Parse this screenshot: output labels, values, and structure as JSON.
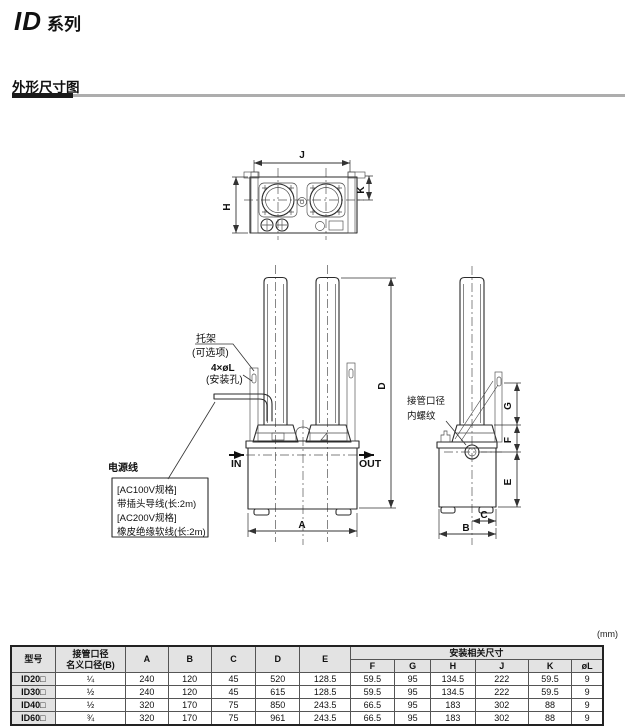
{
  "page": {
    "title_main": "ID",
    "title_suffix": "系列",
    "section_title": "外形尺寸图",
    "units_note": "(mm)"
  },
  "drawing": {
    "dims": {
      "J": "J",
      "K": "K",
      "H": "H",
      "A": "A",
      "D": "D",
      "B": "B",
      "C": "C",
      "E": "E",
      "F": "F",
      "G": "G"
    },
    "flow": {
      "in": "IN",
      "out": "OUT"
    },
    "callouts": {
      "bracket_title": "托架",
      "bracket_sub": "(可选项)",
      "holes_title": "4×øL",
      "holes_sub": "(安装孔)",
      "power_title": "电源线",
      "power_lines": [
        "[AC100V规格]",
        "带插头导线(长:2m)",
        "[AC200V规格]",
        "橡皮绝缘软线(长:2m)"
      ],
      "port_line1": "接管口径",
      "port_line2": "内螺纹"
    }
  },
  "table": {
    "col_model": "型号",
    "col_port_1": "接管口径",
    "col_port_2": "名义口径(B)",
    "cols": [
      "A",
      "B",
      "C",
      "D",
      "E"
    ],
    "mount_group": "安装相关尺寸",
    "mount_cols": [
      "F",
      "G",
      "H",
      "J",
      "K",
      "øL"
    ],
    "rows": [
      {
        "model": "ID20□",
        "port": "¼",
        "values": [
          "240",
          "120",
          "45",
          "520",
          "128.5",
          "59.5",
          "95",
          "134.5",
          "222",
          "59.5",
          "9"
        ]
      },
      {
        "model": "ID30□",
        "port": "½",
        "values": [
          "240",
          "120",
          "45",
          "615",
          "128.5",
          "59.5",
          "95",
          "134.5",
          "222",
          "59.5",
          "9"
        ]
      },
      {
        "model": "ID40□",
        "port": "½",
        "values": [
          "320",
          "170",
          "75",
          "850",
          "243.5",
          "66.5",
          "95",
          "183",
          "302",
          "88",
          "9"
        ]
      },
      {
        "model": "ID60□",
        "port": "¾",
        "values": [
          "320",
          "170",
          "75",
          "961",
          "243.5",
          "66.5",
          "95",
          "183",
          "302",
          "88",
          "9"
        ]
      }
    ]
  }
}
